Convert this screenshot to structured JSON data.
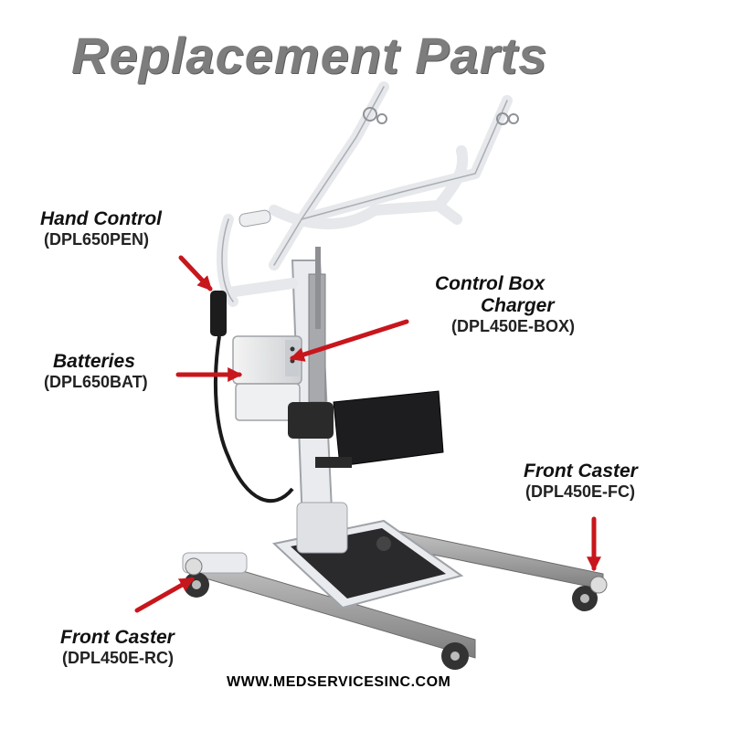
{
  "title": "Replacement Parts",
  "parts": [
    {
      "name": "Hand Control",
      "code": "(DPL650PEN)"
    },
    {
      "name": "Control Box",
      "name2": "Charger",
      "code": "(DPL450E-BOX)"
    },
    {
      "name": "Batteries",
      "code": "(DPL650BAT)"
    },
    {
      "name": "Front Caster",
      "code": "(DPL450E-FC)"
    },
    {
      "name": "Front Caster",
      "code": "(DPL450E-RC)"
    }
  ],
  "website": "WWW.MEDSERVICESINC.COM",
  "colors": {
    "title": "#7d7d7d",
    "arrow": "#c8161d",
    "frame": "#e9ebee",
    "seat": "#1d1d1f",
    "base": "#9a9a9a"
  }
}
